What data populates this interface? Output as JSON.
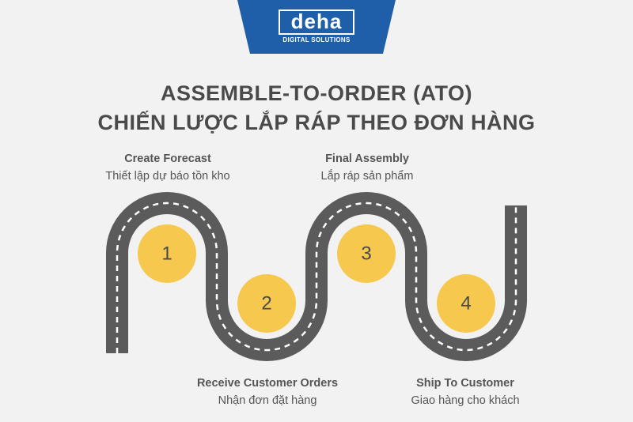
{
  "brand": {
    "logo_word": "deha",
    "logo_subtitle": "DIGITAL SOLUTIONS",
    "tab_color": "#1f5ea8"
  },
  "title": {
    "line1": "ASSEMBLE-TO-ORDER (ATO)",
    "line2": "CHIẾN LƯỢC LẮP RÁP THEO ĐƠN HÀNG"
  },
  "steps": [
    {
      "number": "1",
      "title": "Create Forecast",
      "subtitle": "Thiết lập dự báo tồn kho"
    },
    {
      "number": "2",
      "title": "Receive Customer Orders",
      "subtitle": "Nhận đơn đặt hàng"
    },
    {
      "number": "3",
      "title": "Final Assembly",
      "subtitle": "Lắp ráp sản phẩm"
    },
    {
      "number": "4",
      "title": "Ship To Customer",
      "subtitle": "Giao hàng cho khách"
    }
  ],
  "colors": {
    "road": "#5b5b5b",
    "lane_marking": "#ffffff",
    "step_circle": "#f6c84e",
    "text": "#555555",
    "background": "#f2f2f2"
  }
}
